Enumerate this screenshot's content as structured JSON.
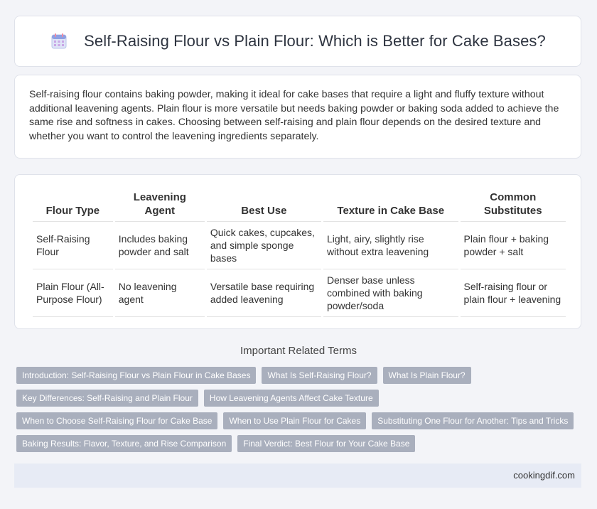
{
  "header": {
    "title": "Self-Raising Flour vs Plain Flour: Which is Better for Cake Bases?",
    "icon": "calendar-icon"
  },
  "intro": {
    "text": "Self-raising flour contains baking powder, making it ideal for cake bases that require a light and fluffy texture without additional leavening agents. Plain flour is more versatile but needs baking powder or baking soda added to achieve the same rise and softness in cakes. Choosing between self-raising and plain flour depends on the desired texture and whether you want to control the leavening ingredients separately."
  },
  "table": {
    "headers": [
      "Flour Type",
      "Leavening Agent",
      "Best Use",
      "Texture in Cake Base",
      "Common Substitutes"
    ],
    "rows": [
      [
        "Self-Raising Flour",
        "Includes baking powder and salt",
        "Quick cakes, cupcakes, and simple sponge bases",
        "Light, airy, slightly rise without extra leavening",
        "Plain flour + baking powder + salt"
      ],
      [
        "Plain Flour (All-Purpose Flour)",
        "No leavening agent",
        "Versatile base requiring added leavening",
        "Denser base unless combined with baking powder/soda",
        "Self-raising flour or plain flour + leavening"
      ]
    ]
  },
  "related": {
    "title": "Important Related Terms",
    "tags": [
      "Introduction: Self-Raising Flour vs Plain Flour in Cake Bases",
      "What Is Self-Raising Flour?",
      "What Is Plain Flour?",
      "Key Differences: Self-Raising and Plain Flour",
      "How Leavening Agents Affect Cake Texture",
      "When to Choose Self-Raising Flour for Cake Base",
      "When to Use Plain Flour for Cakes",
      "Substituting One Flour for Another: Tips and Tricks",
      "Baking Results: Flavor, Texture, and Rise Comparison",
      "Final Verdict: Best Flour for Your Cake Base"
    ]
  },
  "footer": {
    "site": "cookingdif.com"
  },
  "colors": {
    "tag_bg": "#a9afbd",
    "footer_bg": "#e7ebf5",
    "page_bg": "#f3f4f8"
  }
}
